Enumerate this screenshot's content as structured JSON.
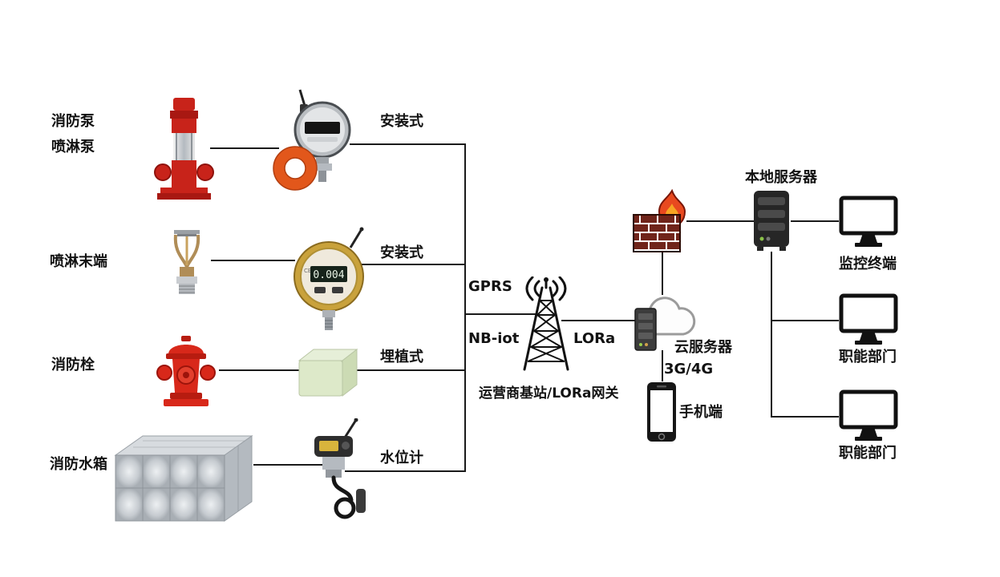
{
  "diagram": {
    "devices": [
      {
        "labels": [
          "消防泵",
          "喷淋泵"
        ],
        "sensor": "安装式"
      },
      {
        "labels": [
          "喷淋末端"
        ],
        "sensor": "安装式"
      },
      {
        "labels": [
          "消防栓"
        ],
        "sensor": "埋植式"
      },
      {
        "labels": [
          "消防水箱"
        ],
        "sensor": "水位计"
      }
    ],
    "network": {
      "gprs": "GPRS",
      "nb_iot": "NB-iot",
      "lora": "LORa",
      "gateway": "运营商基站/LORa网关"
    },
    "cloud": {
      "server_label": "云服务器",
      "mobile_network": "3G/4G",
      "phone_label": "手机端"
    },
    "local": {
      "server_label": "本地服务器",
      "monitor_label": "监控终端",
      "departments": [
        "职能部门",
        "职能部门"
      ]
    },
    "gauge_reading": "0.004",
    "colors": {
      "line": "#1a1a1a",
      "pump_red": "#c8231a",
      "hydrant_red": "#d8281a",
      "clamp_orange": "#e2571b",
      "gauge_gold": "#c9a23c",
      "block_green": "#dde9c9",
      "flame_orange": "#e8491f",
      "brick_maroon": "#70241a"
    }
  }
}
